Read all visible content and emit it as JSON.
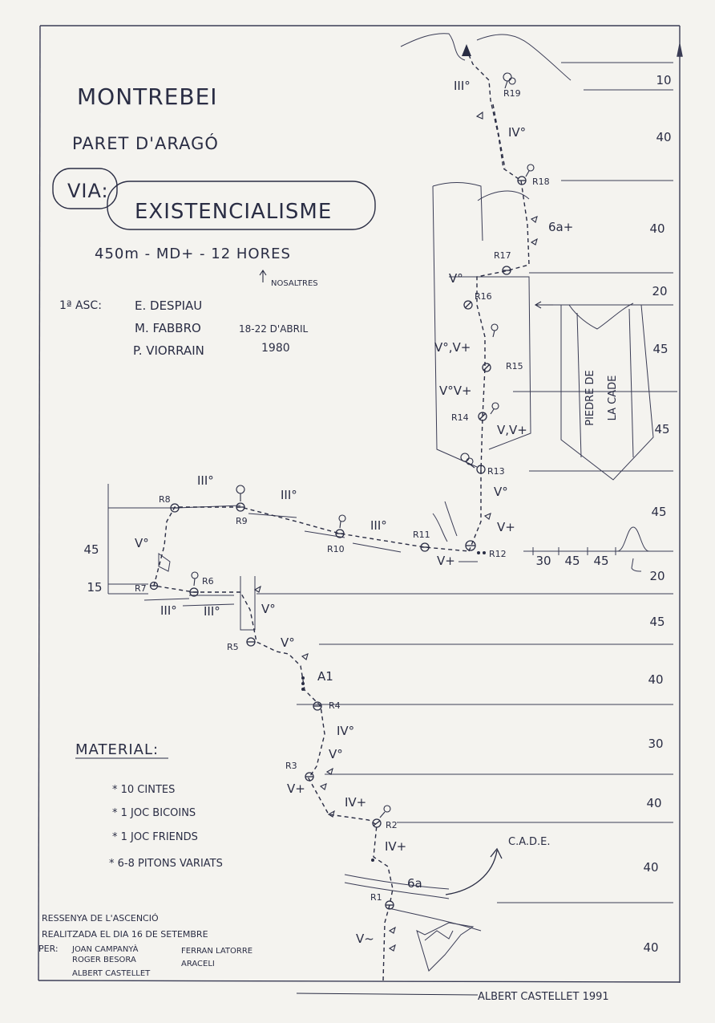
{
  "header": {
    "place": "MONTREBEI",
    "wall": "PARET D'ARAGÓ",
    "via_label": "VIA:",
    "route_name": "EXISTENCIALISME",
    "stats": "450m - MD+ - 12 HORES",
    "stats_note": "NOSALTRES"
  },
  "first_ascent": {
    "label": "1ª ASC:",
    "climbers": [
      "E. DESPIAU",
      "M. FABBRO",
      "P. VIORRAIN"
    ],
    "dates": "18-22 D'ABRIL",
    "year": "1980"
  },
  "material": {
    "title": "MATERIAL:",
    "items": [
      "* 10 CINTES",
      "* 1 JOC BICOINS",
      "* 1 JOC FRIENDS",
      "* 6-8 PITONS VARIATS"
    ]
  },
  "credits": {
    "lines": [
      "RESSENYA DE L'ASCENCIÓ",
      "REALITZADA EL DIA 16 DE SETEMBRE"
    ],
    "per_label": "PER:",
    "col1": [
      "JOAN CAMPANYÀ",
      "ROGER BESORA",
      "ALBERT CASTELLET"
    ],
    "col2": [
      "FERRAN LATORRE",
      "ARACELI"
    ],
    "signature": "ALBERT CASTELLET 1991"
  },
  "topo": {
    "pitch_lengths": [
      "10",
      "40",
      "40",
      "20",
      "45",
      "45",
      "45",
      "20",
      "45",
      "40",
      "30",
      "40",
      "40",
      "40"
    ],
    "left_lengths": [
      "45",
      "15"
    ],
    "traverse_lengths": [
      "30",
      "45",
      "45"
    ],
    "relays": [
      "R1",
      "R2",
      "R3",
      "R4",
      "R5",
      "R6",
      "R7",
      "R8",
      "R9",
      "R10",
      "R11",
      "R12",
      "R13",
      "R14",
      "R15",
      "R16",
      "R17",
      "R18",
      "R19"
    ],
    "grades": [
      "V~",
      "6a",
      "IV+",
      "IV+",
      "V+",
      "V°",
      "IV°",
      "A1",
      "V°",
      "V°",
      "III°",
      "III°",
      "V°",
      "III°",
      "III°",
      "III°",
      "V+",
      "V+",
      "V°",
      "V,V+",
      "V°V+",
      "V°,V+",
      "V°",
      "6a+",
      "IV°",
      "III°"
    ],
    "pillar_label": [
      "PIEDRE DE",
      "LA CADE"
    ],
    "cade_label": "C.A.D.E."
  }
}
